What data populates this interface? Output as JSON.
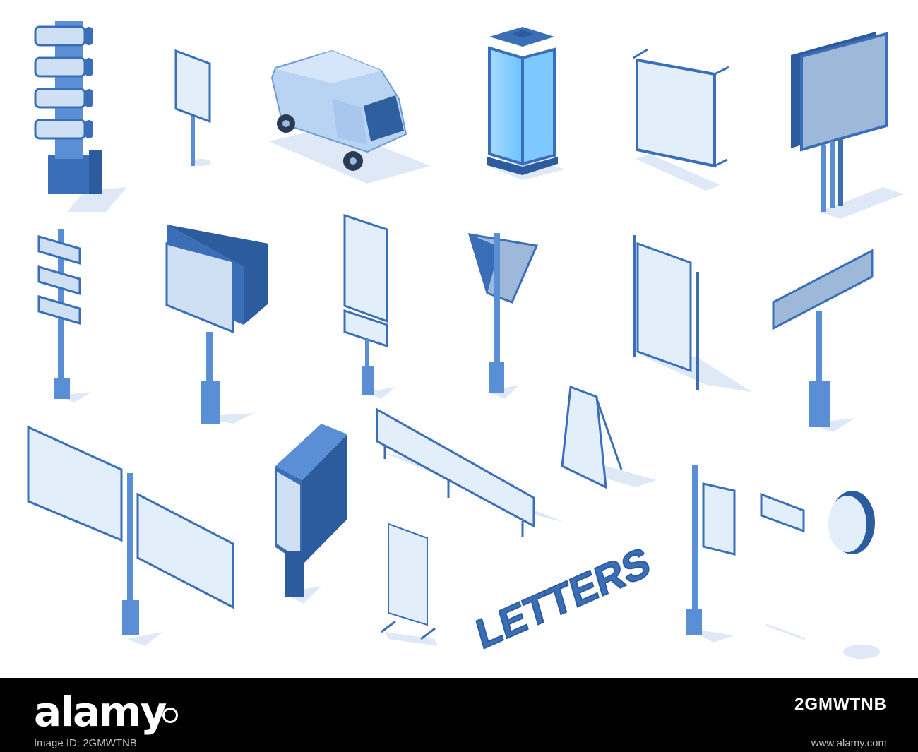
{
  "artwork": {
    "sign_letters_text": "LETTERS",
    "colors": {
      "dark_blue": "#3a6fb8",
      "mid_blue": "#5a8fd6",
      "light_panel": "#cfe0f5",
      "panel_face": "#e3eefb",
      "glass": "#8fd0ff",
      "shadow": "#dfe8f6"
    }
  },
  "footer": {
    "brand": "alamy",
    "image_id": "2GMWTNB",
    "image_id_label": "Image ID: 2GMWTNB",
    "site": "www.alamy.com"
  }
}
